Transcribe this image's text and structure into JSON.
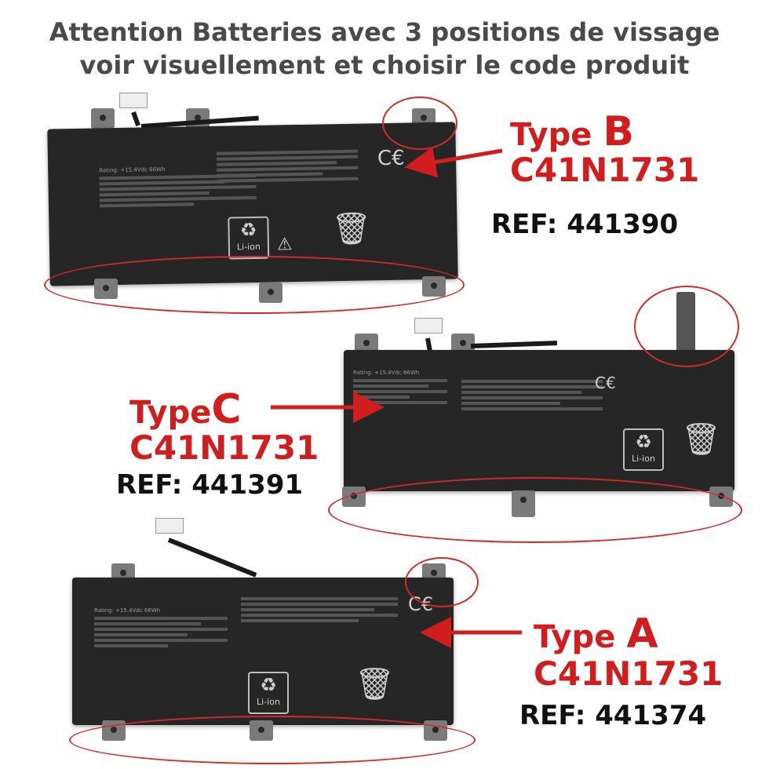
{
  "header": {
    "line1": "Attention Batteries avec 3 positions de vissage",
    "line2": "voir visuellement et choisir le code produit"
  },
  "types": {
    "b": {
      "prefix": "Type ",
      "letter": "B",
      "code": "C41N1731",
      "ref": "REF: 441390"
    },
    "c": {
      "prefix": "Type",
      "letter": "C",
      "code": "C41N1731",
      "ref": "REF: 441391"
    },
    "a": {
      "prefix": "Type ",
      "letter": "A",
      "code": "C41N1731",
      "ref": "REF: 441374"
    }
  },
  "battery_labels": {
    "li_ion": "Li-ion",
    "rating": "Rating: +15.4Vdc 66Wh",
    "model": "MODEL C41N1731"
  },
  "colors": {
    "accent_red": "#d01e1e",
    "ring_red": "#d42a2a",
    "battery_body": "#262626",
    "heading_grey": "#4a4a4a"
  }
}
